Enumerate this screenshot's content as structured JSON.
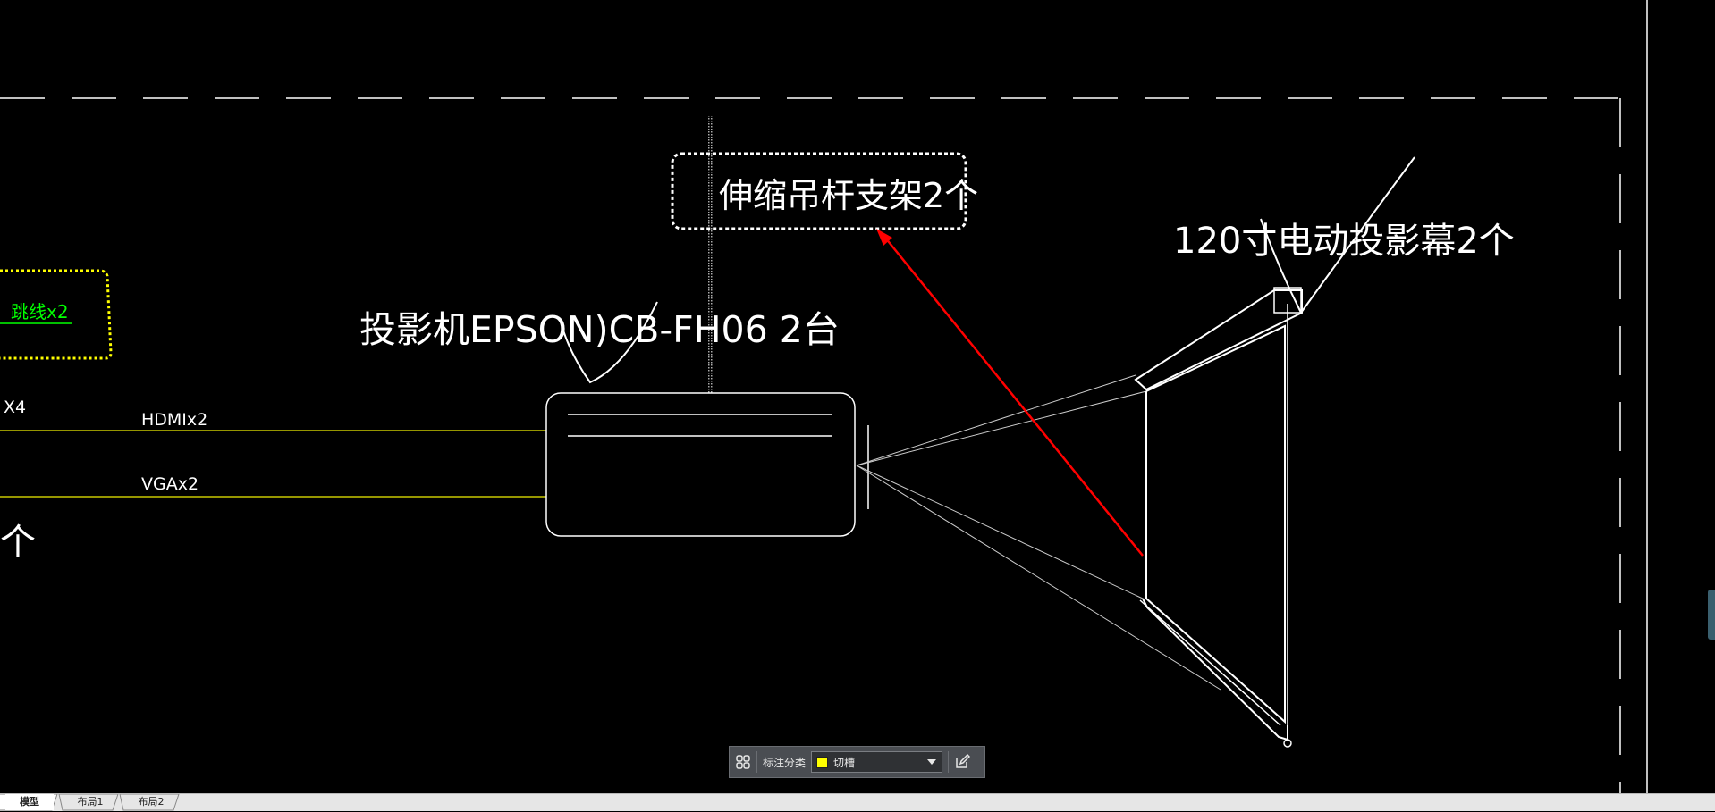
{
  "drawing": {
    "callout_bracket": "伸缩吊杆支架2个",
    "callout_screen": "120寸电动投影幕2个",
    "projector_label": "投影机EPSON)CB-FH06  2台",
    "left_green_label": "跳线x2",
    "left_x4": "X4",
    "left_ge": "个",
    "hdmi_label": "HDMIx2",
    "vga_label": "VGAx2"
  },
  "toolbar": {
    "grid_icon": "grid-icon",
    "category_label": "标注分类",
    "selected_category": "切槽",
    "selected_color": "#ffff00",
    "edit_icon": "edit-icon"
  },
  "tabs": [
    {
      "label": "模型",
      "active": true
    },
    {
      "label": "布局1",
      "active": false
    },
    {
      "label": "布局2",
      "active": false
    }
  ],
  "colors": {
    "background": "#000000",
    "linework": "#ffffff",
    "cable": "#c8c800",
    "highlight_cloud": "#ffff00",
    "green_text": "#00ff00",
    "leader_arrow": "#ff0000"
  }
}
